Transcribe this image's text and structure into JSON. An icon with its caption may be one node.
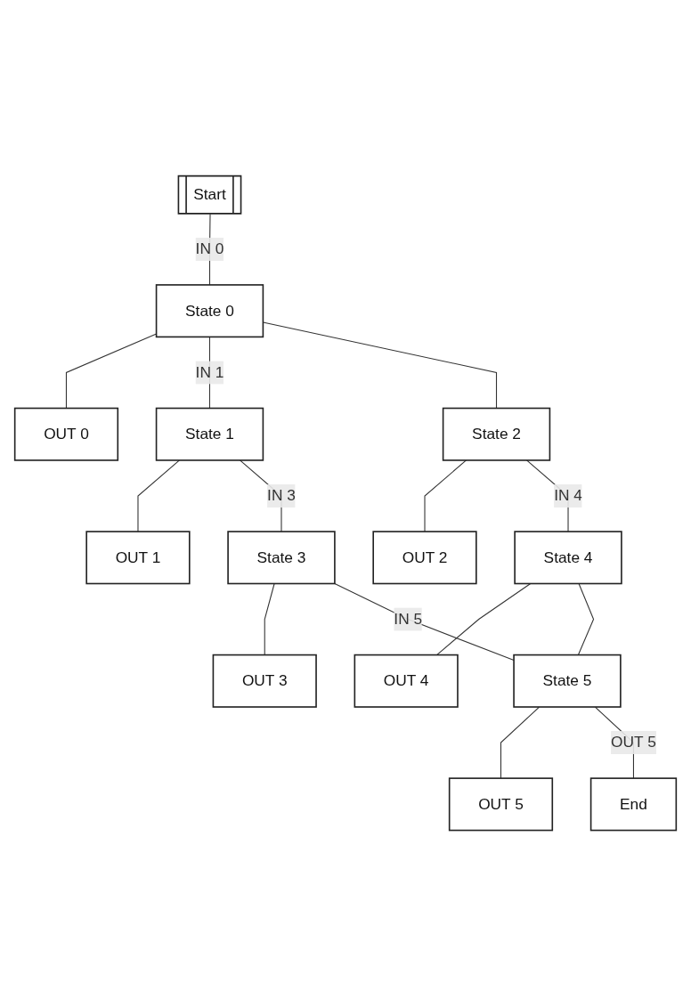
{
  "diagram": {
    "nodes": [
      {
        "text": [
          "Start"
        ]
      },
      {
        "text": [
          "State 0"
        ]
      },
      {
        "text": [
          "OUT 0"
        ]
      },
      {
        "text": [
          "State 1"
        ]
      },
      {
        "text": [
          "OUT 1"
        ]
      },
      {
        "text": [
          "State 2"
        ]
      },
      {
        "text": [
          "OUT 2"
        ]
      },
      {
        "text": [
          "State 3"
        ]
      },
      {
        "text": [
          "OUT 3"
        ]
      },
      {
        "text": [
          "State 4"
        ]
      },
      {
        "text": [
          "OUT 4"
        ]
      },
      {
        "text": [
          "State 5"
        ]
      },
      {
        "text": [
          "OUT 5"
        ]
      },
      {
        "text": [
          "End"
        ]
      }
    ],
    "edges": [
      {
        "from": 0,
        "to": 1,
        "arrow": "none",
        "label": "IN 0"
      },
      {
        "from": 1,
        "to": 2,
        "arrow": "none"
      },
      {
        "from": 1,
        "to": 3,
        "arrow": "none",
        "label": "IN 1"
      },
      {
        "from": 1,
        "to": 5,
        "arrow": "none"
      },
      {
        "from": 3,
        "to": 4,
        "arrow": "none"
      },
      {
        "from": 5,
        "to": 6,
        "arrow": "none"
      },
      {
        "from": 3,
        "to": 7,
        "arrow": "none",
        "label": "IN 3"
      },
      {
        "from": 5,
        "to": 9,
        "arrow": "none",
        "label": "IN 4"
      },
      {
        "from": 7,
        "to": 8,
        "arrow": "none"
      },
      {
        "from": 9,
        "to": 10,
        "arrow": "none"
      },
      {
        "from": 7,
        "to": 11,
        "arrow": "none",
        "label": "IN 5"
      },
      {
        "from": 9,
        "to": 11,
        "arrow": "none"
      },
      {
        "from": 11,
        "to": 12,
        "arrow": "none"
      },
      {
        "from": 11,
        "to": 13,
        "arrow": "none",
        "label": "OUT 5"
      }
    ]
  }
}
